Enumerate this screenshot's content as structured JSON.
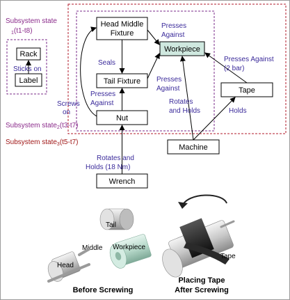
{
  "nodes": {
    "rack": "Rack",
    "label": "Label",
    "head_middle_fixture_1": "Head Middle",
    "head_middle_fixture_2": "Fixture",
    "tail_fixture": "Tail Fixture",
    "workpiece": "Workpiece",
    "nut": "Nut",
    "tape": "Tape",
    "machine": "Machine",
    "wrench": "Wrench"
  },
  "relations": {
    "sticks_on": "Sticks on",
    "seals": "Seals",
    "presses_against_1a": "Presses",
    "presses_against_1b": "Against",
    "presses_against_2a": "Presses",
    "presses_against_2b": "Against",
    "presses_against_3a": "Presses",
    "presses_against_3b": "Against",
    "presses_against_tape_a": "Presses Against",
    "presses_against_tape_b": "(2 bar)",
    "screws_on_a": "Screws",
    "screws_on_b": "on",
    "rotates_holds_a": "Rotates",
    "rotates_holds_b": "and Holds",
    "holds": "Holds",
    "rotates_holds_18_a": "Rotates and",
    "rotates_holds_18_b": "Holds (18 Nm)"
  },
  "subsystems": {
    "s1_main": "Subsystem state",
    "s1_sub": "1",
    "s1_range": "(t1-t8)",
    "s2_main": "Subsystem state",
    "s2_sub": "2",
    "s2_range": "(t3-t7)",
    "s3_main": "Subsystem state",
    "s3_sub": "3",
    "s3_range": "(t5-t7)"
  },
  "illustration": {
    "tail": "Tail",
    "middle": "Middle",
    "workpiece": "Workpiece",
    "head": "Head",
    "tape": "Tape",
    "caption_before": "Before Screwing",
    "caption_after_1": "Placing Tape",
    "caption_after_2": "After Screwing"
  },
  "colors": {
    "relation_text": "#3a2a9a",
    "subsystem1": "#8a2a8a",
    "subsystem3": "#a01818",
    "workpiece_fill": "#cfe8df"
  }
}
